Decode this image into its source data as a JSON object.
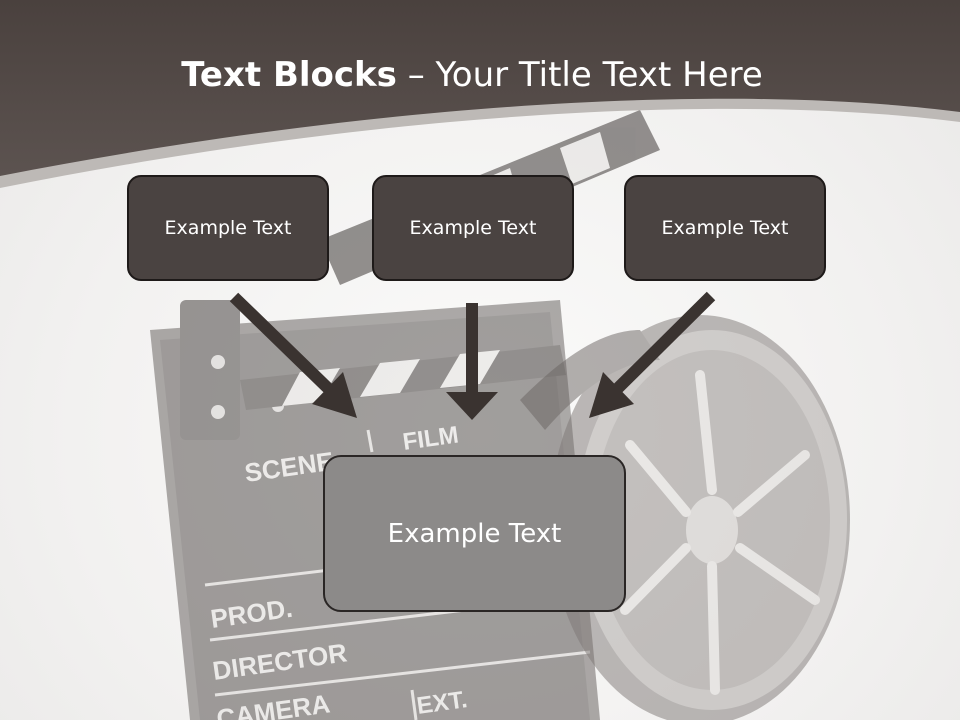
{
  "slide": {
    "title_bold": "Text Blocks",
    "title_dash": " – ",
    "title_rest": "Your Title Text Here",
    "blocks": [
      {
        "label": "Example Text"
      },
      {
        "label": "Example Text"
      },
      {
        "label": "Example Text"
      }
    ],
    "main_block": {
      "label": "Example Text"
    }
  },
  "background": {
    "clapper_labels": {
      "scene": "SCENE",
      "film": "FILM",
      "prod": "PROD.",
      "director": "DIRECTOR",
      "camera": "CAMERA",
      "ext": "EXT."
    }
  },
  "colors": {
    "header": "#4e4542",
    "block_fill": "#4a4341",
    "main_block_fill": "#8c8a89",
    "arrow": "#3a3330"
  },
  "icons": [
    "arrow-down-right-icon",
    "arrow-down-icon",
    "arrow-down-left-icon"
  ]
}
